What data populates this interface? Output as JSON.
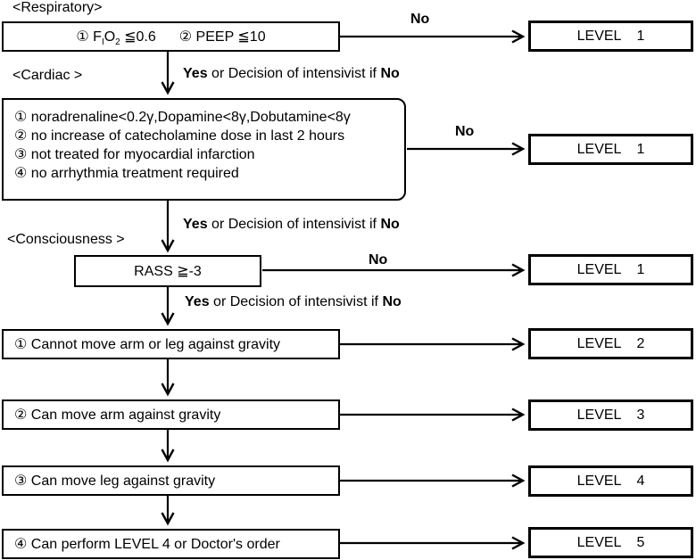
{
  "sections": {
    "respiratory": "<Respiratory>",
    "cardiac": "<Cardiac >",
    "consciousness": "<Consciousness >"
  },
  "respiratory_box": {
    "item1_prefix": "① F",
    "item1_sub1": "I",
    "item1_mid": "O",
    "item1_sub2": "2",
    "item1_suffix": " ≦0.6",
    "item2": "② PEEP ≦10"
  },
  "cardiac_box": {
    "lines": [
      "① noradrenaline<0.2γ,Dopamine<8γ,Dobutamine<8γ",
      "② no increase of catecholamine dose in last 2 hours",
      "③ not treated for myocardial infarction",
      "④ no arrhythmia treatment required"
    ]
  },
  "consciousness_box": {
    "text": "RASS ≧-3"
  },
  "mobility_boxes": [
    "① Cannot move arm or leg against gravity",
    "② Can move arm against gravity",
    "③ Can move leg against gravity",
    "④ Can perform LEVEL 4 or Doctor's order"
  ],
  "levels": [
    {
      "label": "LEVEL",
      "number": "1"
    },
    {
      "label": "LEVEL",
      "number": "1"
    },
    {
      "label": "LEVEL",
      "number": "1"
    },
    {
      "label": "LEVEL",
      "number": "2"
    },
    {
      "label": "LEVEL",
      "number": "3"
    },
    {
      "label": "LEVEL",
      "number": "4"
    },
    {
      "label": "LEVEL",
      "number": "5"
    }
  ],
  "connector_labels": {
    "no": "No",
    "decision": {
      "yes": "Yes",
      "mid": " or Decision of intensivist if ",
      "no": "No"
    }
  }
}
